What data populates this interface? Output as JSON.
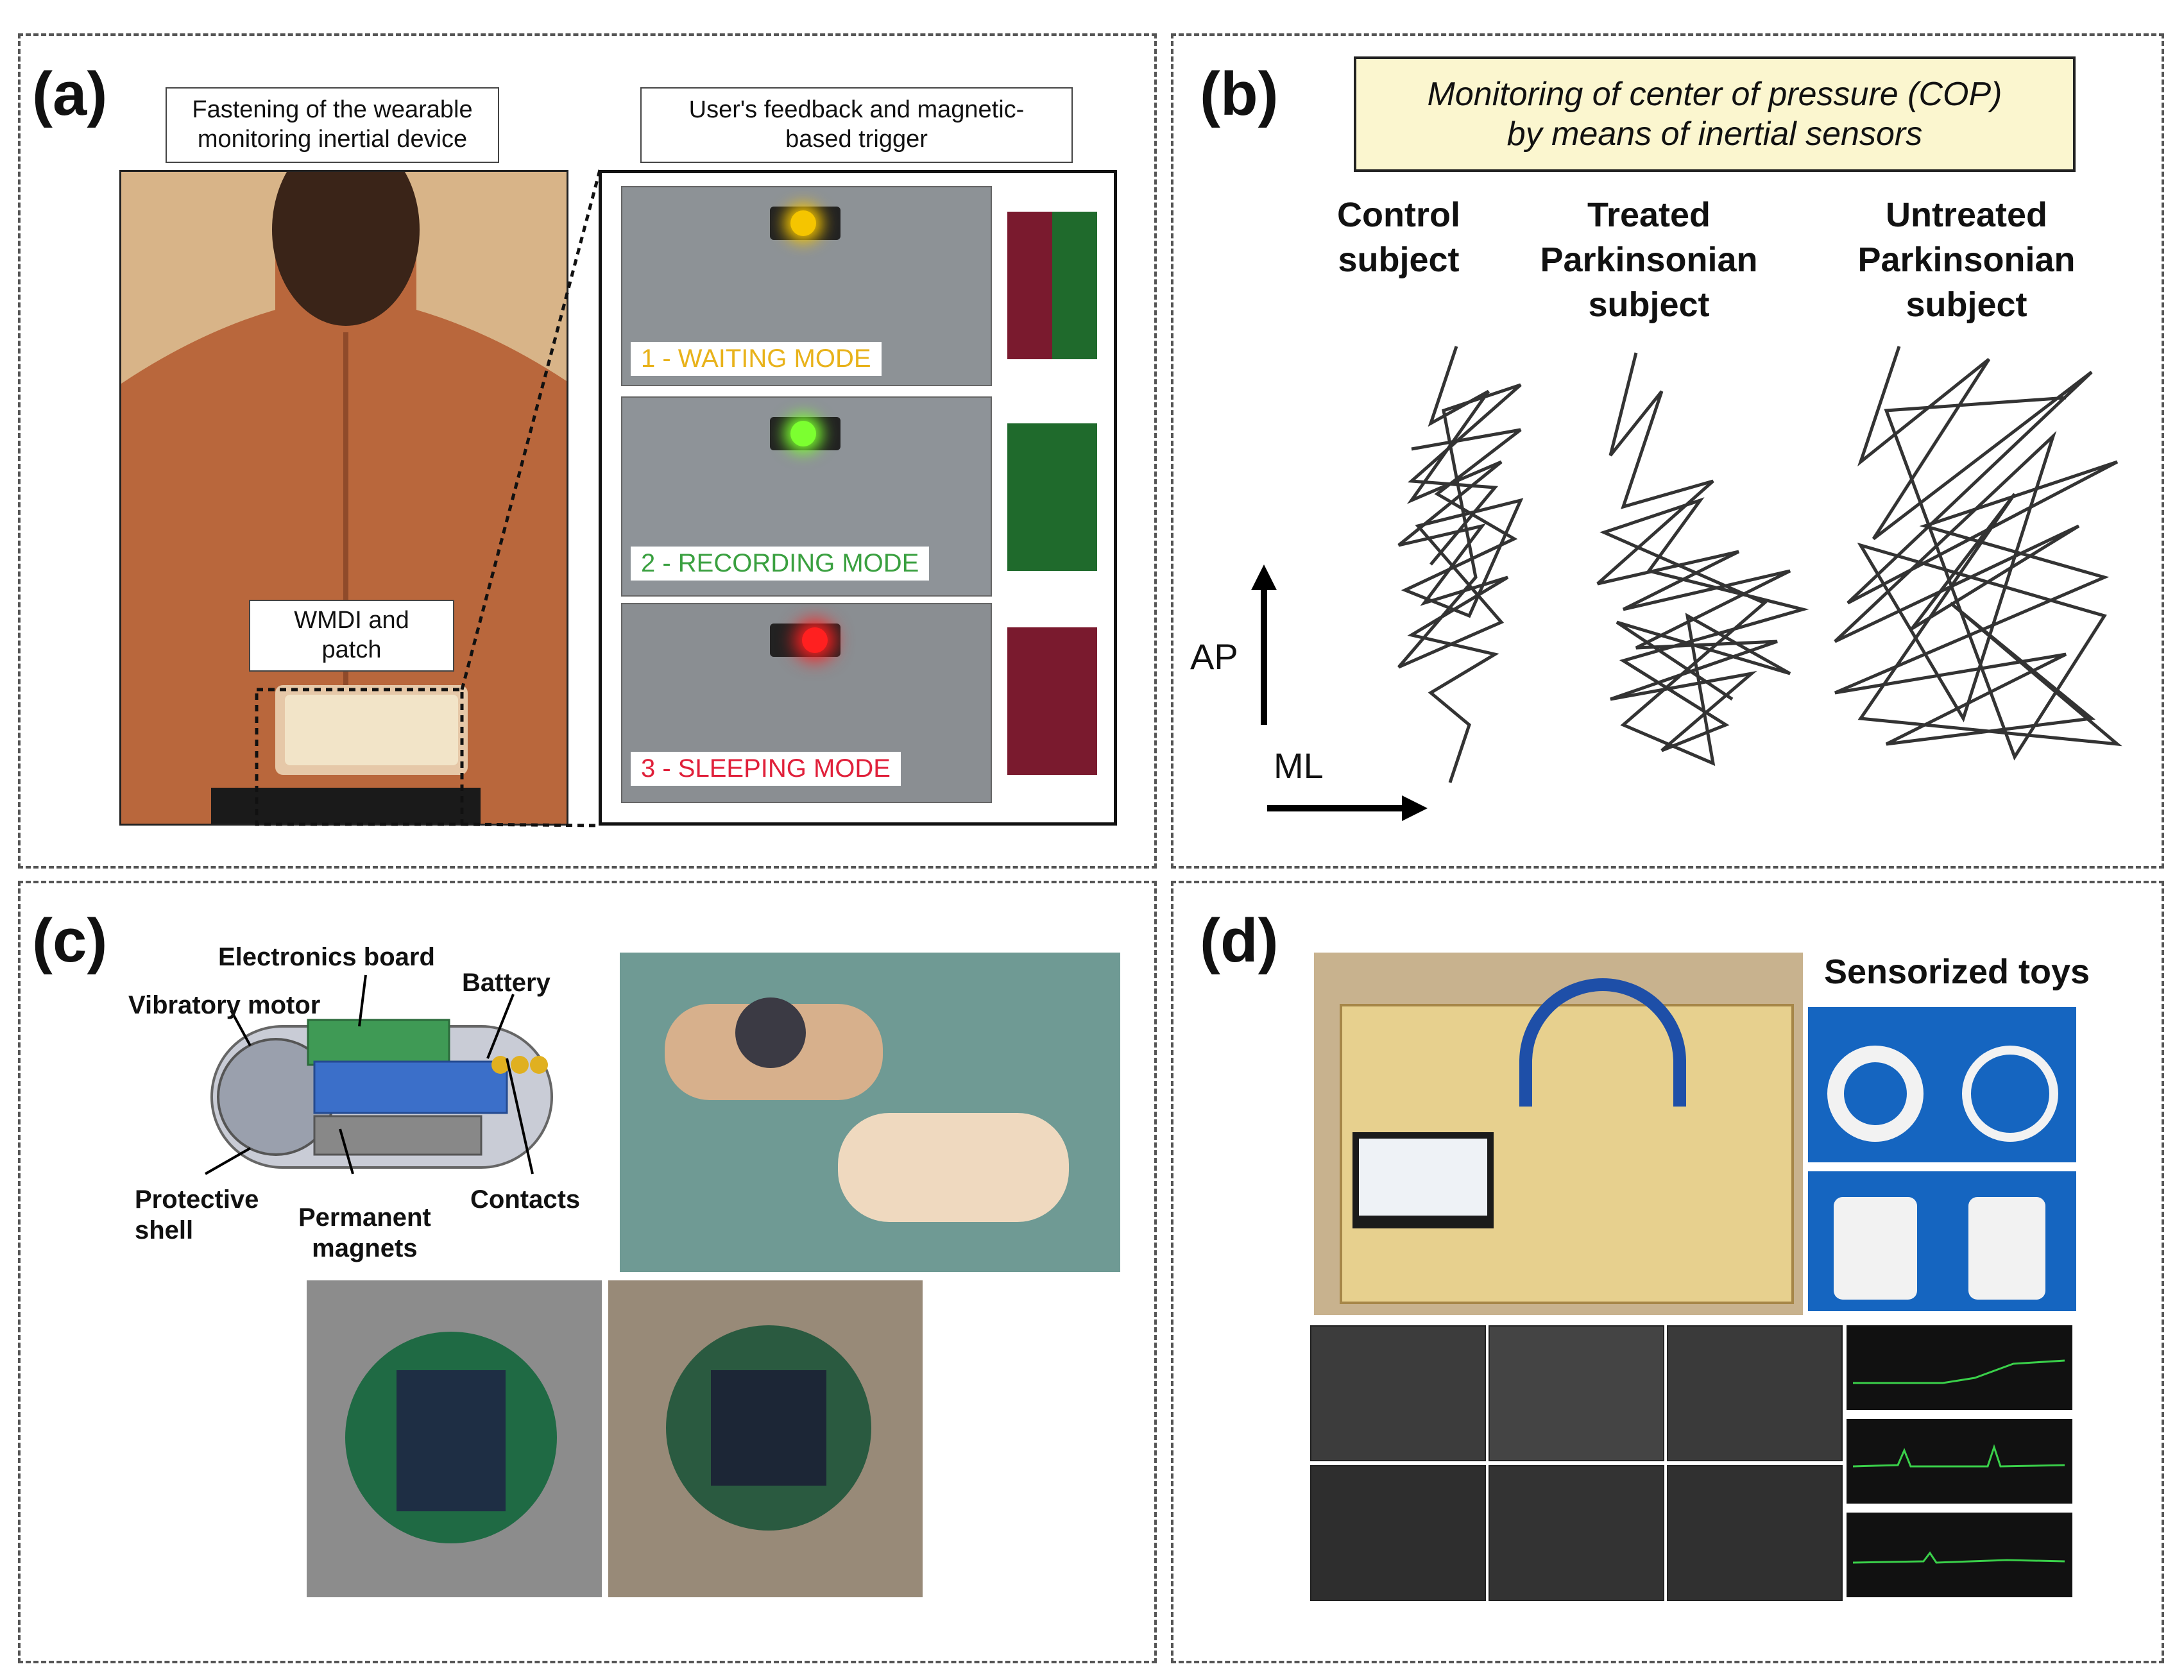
{
  "panels": {
    "a": {
      "label": "(a)",
      "box_left": "Fastening of the wearable\nmonitoring inertial device",
      "box_right": "User's feedback and magnetic-\nbased trigger",
      "box_wmdi": "WMDI and\npatch",
      "modes": [
        {
          "text": "1 - WAITING MODE",
          "color": "#e8b21a"
        },
        {
          "text": "2 - RECORDING MODE",
          "color": "#3aa040"
        },
        {
          "text": "3 - SLEEPING MODE",
          "color": "#e0203a"
        }
      ]
    },
    "b": {
      "label": "(b)",
      "title": "Monitoring of center of pressure (COP)\nby means of inertial sensors",
      "subjects": [
        "Control\nsubject",
        "Treated\nParkinsonian\nsubject",
        "Untreated\nParkinsonian\nsubject"
      ],
      "axis_ap": "AP",
      "axis_ml": "ML"
    },
    "c": {
      "label": "(c)",
      "parts": {
        "electronics": "Electronics board",
        "battery": "Battery",
        "motor": "Vibratory motor",
        "shell": "Protective\nshell",
        "magnets": "Permanent\nmagnets",
        "contacts": "Contacts"
      }
    },
    "d": {
      "label": "(d)",
      "toys_title": "Sensorized toys"
    }
  },
  "colors": {
    "yellow_led": "#f5c500",
    "green_led": "#7cff30",
    "red_led": "#ff2020",
    "dark_red": "#7a1a2e",
    "dark_green": "#1f6a2c",
    "title_bg": "#fbf6cf",
    "toy_bg": "#1565c0"
  }
}
